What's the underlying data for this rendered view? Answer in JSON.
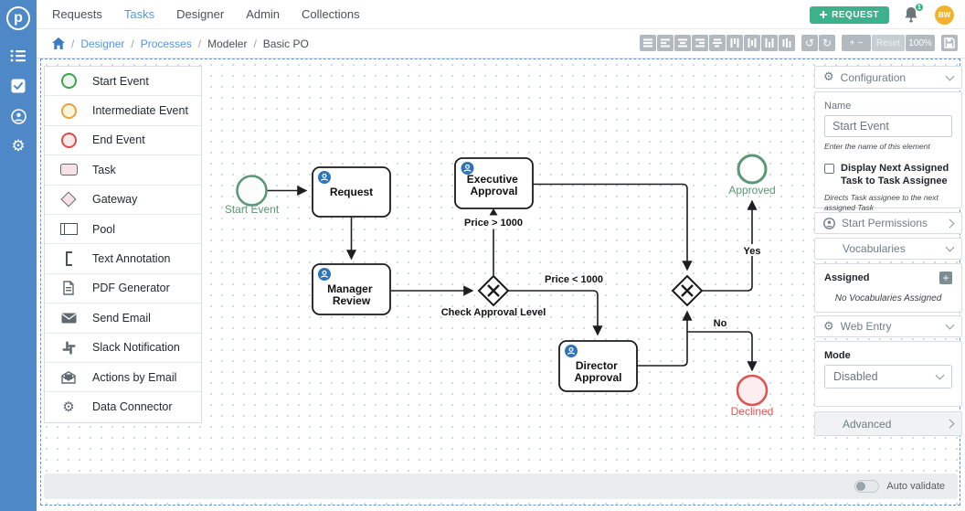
{
  "nav": {
    "items": [
      {
        "label": "Requests",
        "active": false
      },
      {
        "label": "Tasks",
        "active": true
      },
      {
        "label": "Designer",
        "active": false
      },
      {
        "label": "Admin",
        "active": false
      },
      {
        "label": "Collections",
        "active": false
      }
    ],
    "request_button_label": "REQUEST",
    "notification_count": "1",
    "avatar_initials": "BW"
  },
  "breadcrumb": {
    "links": [
      "Designer",
      "Processes"
    ],
    "current": [
      "Modeler",
      "Basic PO"
    ],
    "separator": "/"
  },
  "toolbar": {
    "undo_glyph": "↺",
    "redo_glyph": "↻",
    "zoom_in": "+",
    "zoom_out": "−",
    "reset_label": "Reset",
    "zoom_level": "100%"
  },
  "palette": {
    "items": [
      {
        "label": "Start Event"
      },
      {
        "label": "Intermediate Event"
      },
      {
        "label": "End Event"
      },
      {
        "label": "Task"
      },
      {
        "label": "Gateway"
      },
      {
        "label": "Pool"
      },
      {
        "label": "Text Annotation"
      },
      {
        "label": "PDF Generator"
      },
      {
        "label": "Send Email"
      },
      {
        "label": "Slack Notification"
      },
      {
        "label": "Actions by Email"
      },
      {
        "label": "Data Connector"
      }
    ]
  },
  "canvas": {
    "events": {
      "start": {
        "label": "Start Event"
      },
      "approved": {
        "label": "Approved"
      },
      "declined": {
        "label": "Declined"
      }
    },
    "tasks": [
      {
        "lines": [
          "Request",
          ""
        ]
      },
      {
        "lines": [
          "Manager",
          "Review"
        ]
      },
      {
        "lines": [
          "Executive",
          "Approval"
        ]
      },
      {
        "lines": [
          "Director",
          "Approval"
        ]
      }
    ],
    "edge_labels": {
      "price_gt": "Price > 1000",
      "price_lt": "Price < 1000",
      "check": "Check Approval Level",
      "yes": "Yes",
      "no": "No"
    }
  },
  "config": {
    "configuration_title": "Configuration",
    "name_label": "Name",
    "name_value": "Start Event",
    "name_help": "Enter the name of this element",
    "display_next_label": "Display Next Assigned Task to Task Assignee",
    "display_next_help": "Directs Task assignee to the next assigned Task",
    "start_permissions_title": "Start Permissions",
    "vocabularies_title": "Vocabularies",
    "assigned_label": "Assigned",
    "add_button": "+",
    "no_vocabularies": "No Vocabularies Assigned",
    "web_entry_title": "Web Entry",
    "mode_label": "Mode",
    "mode_value": "Disabled",
    "advanced_title": "Advanced"
  },
  "footer": {
    "auto_validate_label": "Auto validate"
  },
  "colors": {
    "rail_blue": "#4e88c7",
    "accent_green": "#3cb28b",
    "avatar_yellow": "#f2b32c",
    "link_blue": "#4e97e0",
    "event_green": "#5a9775",
    "event_red": "#e05252",
    "task_badge_blue": "#3074b8",
    "toolbar_gray": "#b2bac0"
  }
}
